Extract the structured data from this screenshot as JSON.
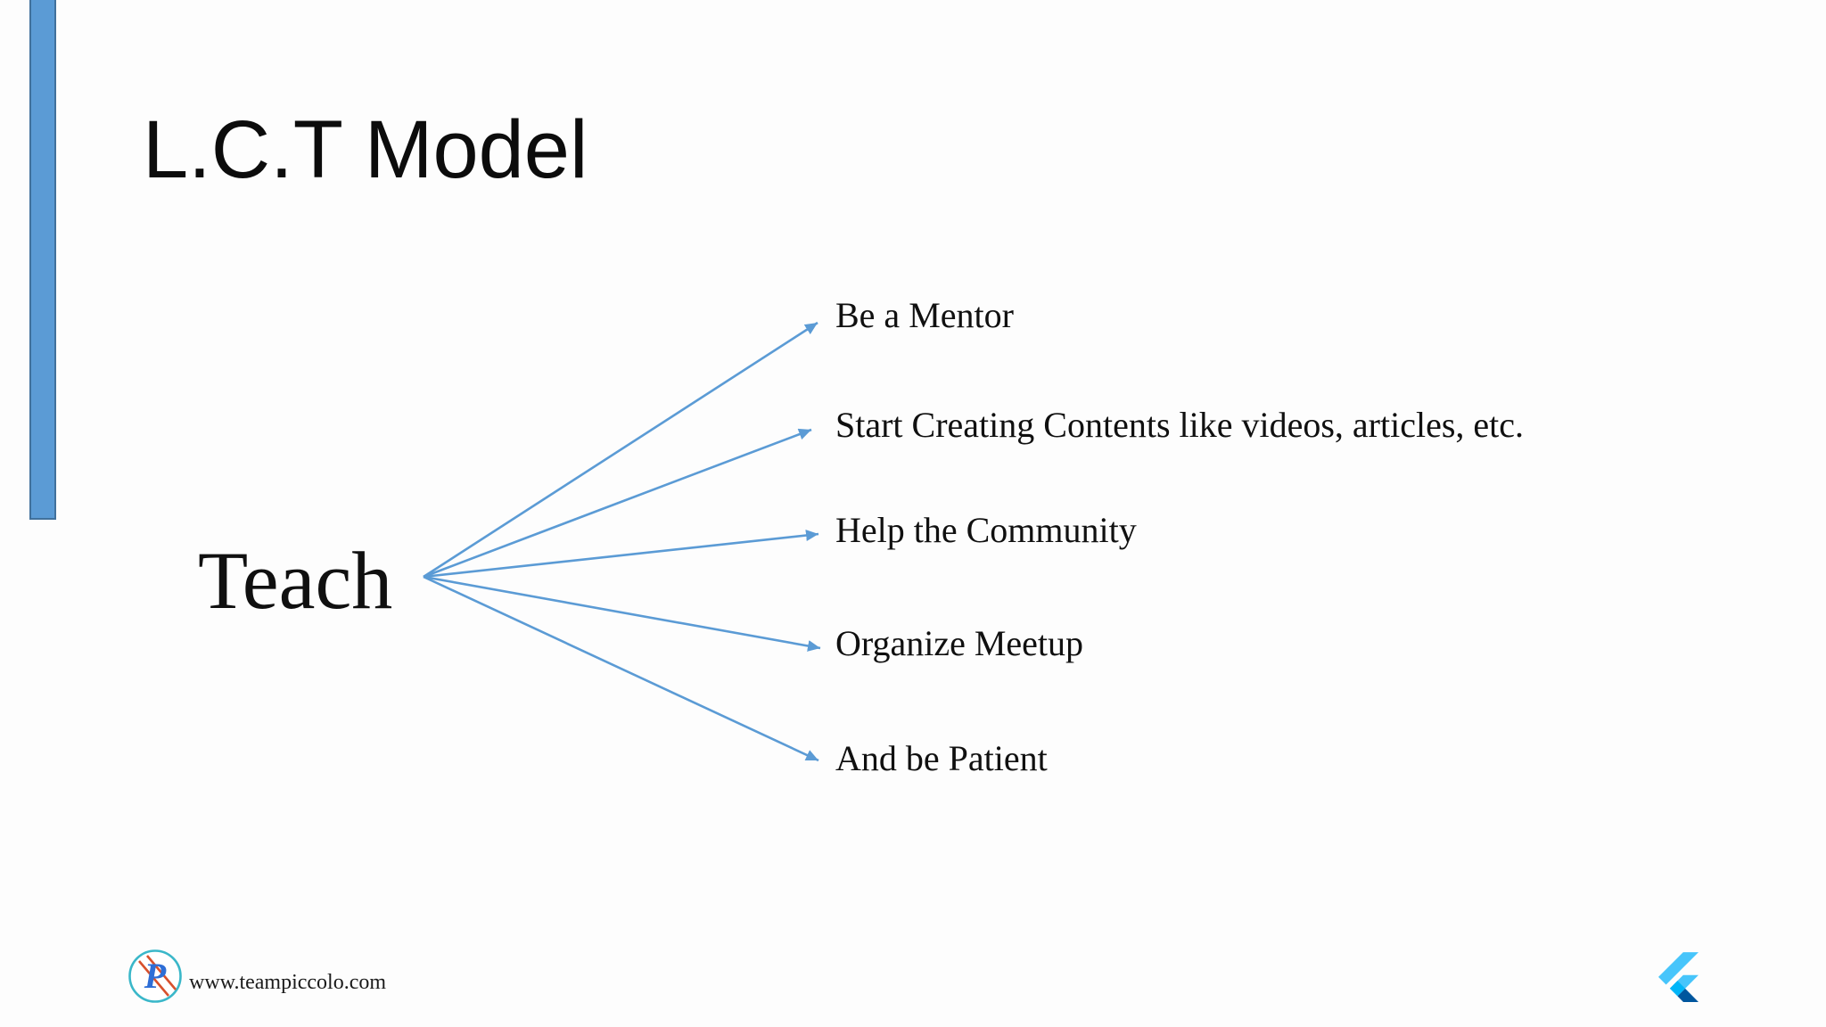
{
  "slide": {
    "title": "L.C.T Model",
    "diagram": {
      "type": "fan",
      "root": "Teach",
      "children": [
        "Be a Mentor",
        "Start Creating Contents like videos, articles, etc.",
        "Help the Community",
        "Organize Meetup",
        "And be Patient"
      ]
    },
    "footer": {
      "website": "www.teampiccolo.com"
    },
    "icons": {
      "piccolo_logo": "piccolo-logo",
      "flutter_logo": "flutter-logo"
    },
    "colors": {
      "accent_bar_fill": "#5B9BD5",
      "accent_bar_border": "#41719C",
      "arrow": "#5B9BD5",
      "title_text": "#0C0C0C",
      "body_text": "#101010",
      "flutter_light_blue": "#47C5FB",
      "flutter_mid_blue": "#00B5F8",
      "flutter_dark_blue": "#00569E",
      "piccolo_teal": "#3AB7C9",
      "piccolo_orange": "#D8502C",
      "piccolo_blue": "#2E6ED6"
    }
  }
}
